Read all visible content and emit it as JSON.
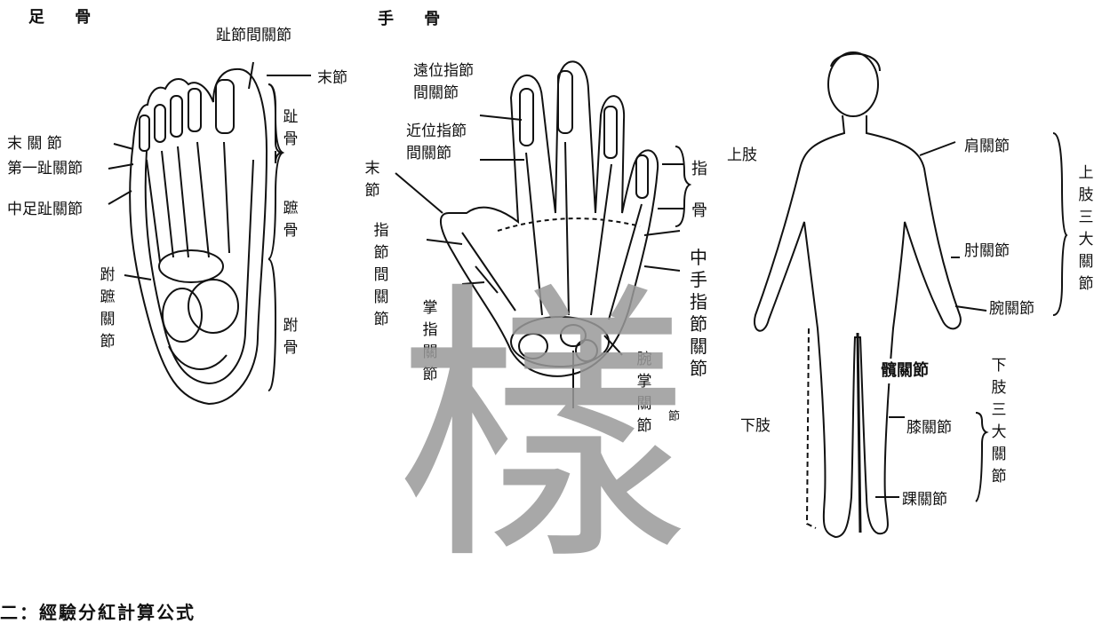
{
  "foot": {
    "title": "足 骨",
    "toe_joint_top": "趾節間關節",
    "end_segment": "末節",
    "end_joint": "末 關 節",
    "first_toe_joint": "第一趾關節",
    "mid_toe_joint": "中足趾關節",
    "toe_bones": "趾骨",
    "metatarsal": "蹠骨",
    "tarsal": "跗骨",
    "tarso_metatarsal": "跗蹠關節"
  },
  "hand": {
    "title": "手 骨",
    "distal_ip": "遠位指節",
    "distal_ip_2": "間關節",
    "proximal_ip": "近位指節",
    "proximal_ip_2": "間關節",
    "end_segment": "末節",
    "finger_ip": "指節間關節",
    "metacarpo_phalangeal": "掌指關節",
    "finger_bone_1": "指",
    "finger_bone_2": "骨",
    "metacarpal_joint": "中手指節關節",
    "wrist_carpal": "腕掌關節",
    "stray": "節"
  },
  "body": {
    "upper_limb": "上肢",
    "lower_limb": "下肢",
    "shoulder": "肩關節",
    "elbow": "肘關節",
    "wrist": "腕關節",
    "hip": "髖關節",
    "knee": "膝關節",
    "ankle": "踝關節",
    "upper_three": "上肢三大關節",
    "lower_three": "下肢三大關節"
  },
  "watermark": "樣",
  "footer": "二：經驗分紅計算公式"
}
